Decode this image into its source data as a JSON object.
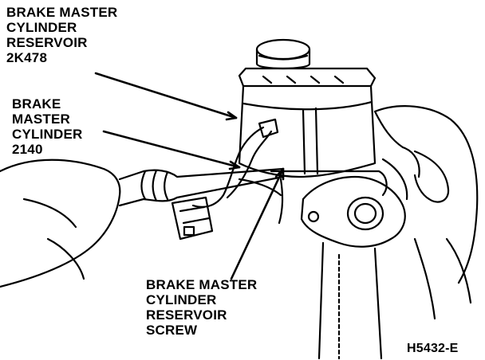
{
  "labels": {
    "reservoir": [
      "BRAKE MASTER",
      "CYLINDER",
      "RESERVOIR",
      "2K478"
    ],
    "cylinder": [
      "BRAKE",
      "MASTER",
      "CYLINDER",
      "2140"
    ],
    "screw": [
      "BRAKE MASTER",
      "CYLINDER",
      "RESERVOIR",
      "SCREW"
    ]
  },
  "figure_code": "H5432-E"
}
